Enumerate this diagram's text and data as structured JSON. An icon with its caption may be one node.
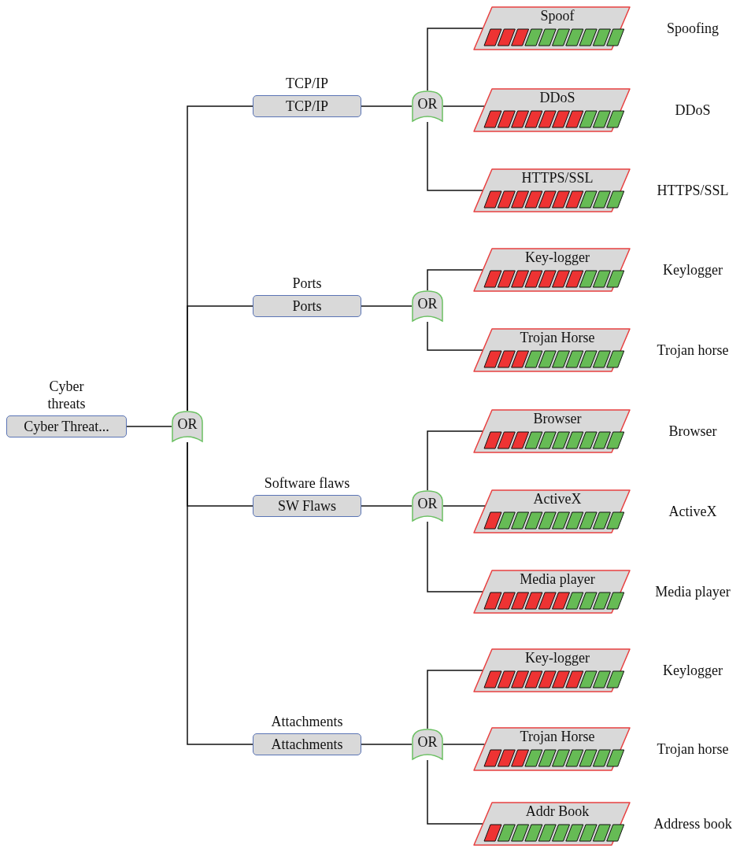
{
  "diagram": {
    "nodes": [
      {
        "text": [
          "Cyber threats",
          "Cyber Threat..."
        ]
      },
      {
        "text": [
          "OR"
        ]
      },
      {
        "text": [
          "TCP/IP",
          "TCP/IP"
        ]
      },
      {
        "text": [
          "OR"
        ]
      },
      {
        "text": [
          "Spoof"
        ],
        "beside": [
          "Spoofing"
        ]
      },
      {
        "text": [
          "DDoS"
        ],
        "beside": [
          "DDoS"
        ]
      },
      {
        "text": [
          "HTTPS/SSL"
        ],
        "beside": [
          "HTTPS/SSL"
        ]
      },
      {
        "text": [
          "Ports",
          "Ports"
        ]
      },
      {
        "text": [
          "OR"
        ]
      },
      {
        "text": [
          "Key-logger"
        ],
        "beside": [
          "Keylogger"
        ]
      },
      {
        "text": [
          "Trojan Horse"
        ],
        "beside": [
          "Trojan horse"
        ]
      },
      {
        "text": [
          "Software flaws",
          "SW Flaws"
        ]
      },
      {
        "text": [
          "OR"
        ]
      },
      {
        "text": [
          "Browser"
        ],
        "beside": [
          "Browser"
        ]
      },
      {
        "text": [
          "ActiveX"
        ],
        "beside": [
          "ActiveX"
        ]
      },
      {
        "text": [
          "Media player"
        ],
        "beside": [
          "Media player"
        ]
      },
      {
        "text": [
          "Attachments",
          "Attachments"
        ]
      },
      {
        "text": [
          "OR"
        ]
      },
      {
        "text": [
          "Key-logger"
        ],
        "beside": [
          "Keylogger"
        ]
      },
      {
        "text": [
          "Trojan Horse"
        ],
        "beside": [
          "Trojan horse"
        ]
      },
      {
        "text": [
          "Addr Book"
        ],
        "beside": [
          "Address book"
        ]
      }
    ],
    "edges": [
      {
        "from": 0,
        "to": 1,
        "arrow": "none"
      },
      {
        "from": 1,
        "to": 2,
        "arrow": "none"
      },
      {
        "from": 1,
        "to": 7,
        "arrow": "none"
      },
      {
        "from": 1,
        "to": 11,
        "arrow": "none"
      },
      {
        "from": 1,
        "to": 16,
        "arrow": "none"
      },
      {
        "from": 2,
        "to": 3,
        "arrow": "none"
      },
      {
        "from": 3,
        "to": 4,
        "arrow": "none"
      },
      {
        "from": 3,
        "to": 5,
        "arrow": "none"
      },
      {
        "from": 3,
        "to": 6,
        "arrow": "none"
      },
      {
        "from": 7,
        "to": 8,
        "arrow": "none"
      },
      {
        "from": 8,
        "to": 9,
        "arrow": "none"
      },
      {
        "from": 8,
        "to": 10,
        "arrow": "none"
      },
      {
        "from": 11,
        "to": 12,
        "arrow": "none"
      },
      {
        "from": 12,
        "to": 13,
        "arrow": "none"
      },
      {
        "from": 12,
        "to": 14,
        "arrow": "none"
      },
      {
        "from": 12,
        "to": 15,
        "arrow": "none"
      },
      {
        "from": 16,
        "to": 17,
        "arrow": "none"
      },
      {
        "from": 17,
        "to": 18,
        "arrow": "none"
      },
      {
        "from": 17,
        "to": 19,
        "arrow": "none"
      },
      {
        "from": 17,
        "to": 20,
        "arrow": "none"
      }
    ]
  }
}
